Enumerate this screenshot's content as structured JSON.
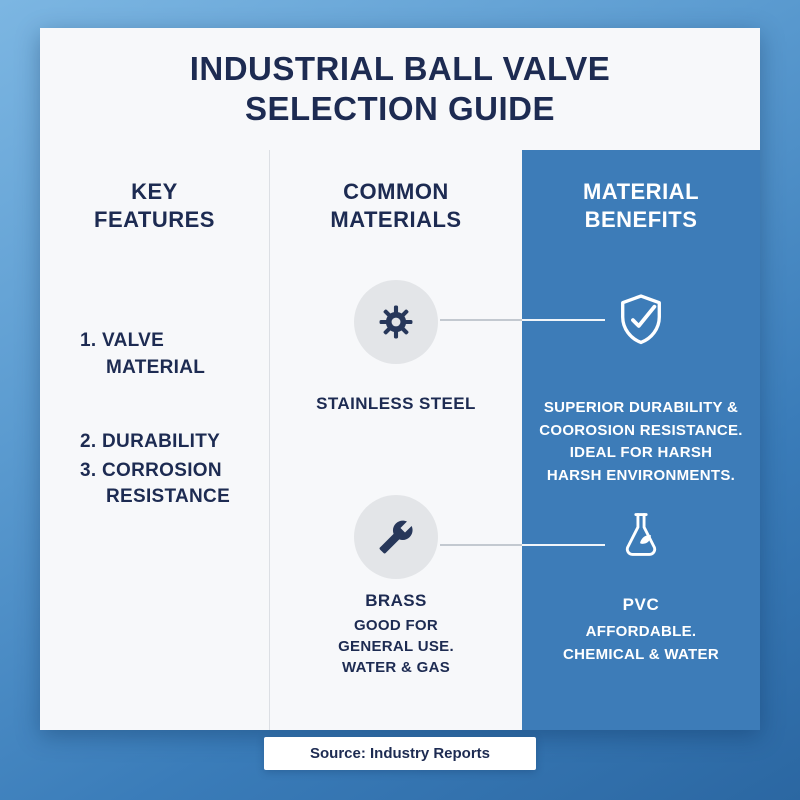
{
  "title": "INDUSTRIAL BALL VALVE\nSELECTION GUIDE",
  "source": "Source: Industry Reports",
  "colors": {
    "panel_blue": "#3d7cb8",
    "navy": "#1d2b52",
    "circle_gray": "#e3e5e8",
    "bg_top": "#7cb6e2",
    "bg_bottom": "#2b67a2",
    "icon_dark": "#27375a"
  },
  "features": {
    "header": "KEY\nFEATURES",
    "items": [
      {
        "label": "1. VALVE\nMATERIAL"
      },
      {
        "label": "2. DURABILITY"
      },
      {
        "label": "3. CORROSION\nRESISTANCE"
      }
    ]
  },
  "materials": {
    "header": "COMMON\nMATERIALS",
    "items": [
      {
        "icon": "gear-icon",
        "name": "STAINLESS STEEL",
        "description": ""
      },
      {
        "icon": "wrench-icon",
        "name": "BRASS",
        "description": "GOOD FOR\nGENERAL USE.\nWATER & GAS"
      }
    ]
  },
  "benefits": {
    "header": "MATERIAL\nBENEFITS",
    "items": [
      {
        "icon": "shield-check-icon",
        "title": "",
        "text": "SUPERIOR DURABILITY &\nCOOROSION RESISTANCE.\nIDEAL FOR HARSH\nHARSH ENVIRONMENTS."
      },
      {
        "icon": "flask-leaf-icon",
        "title": "PVC",
        "text": "AFFORDABLE.\nCHEMICAL & WATER"
      }
    ]
  }
}
